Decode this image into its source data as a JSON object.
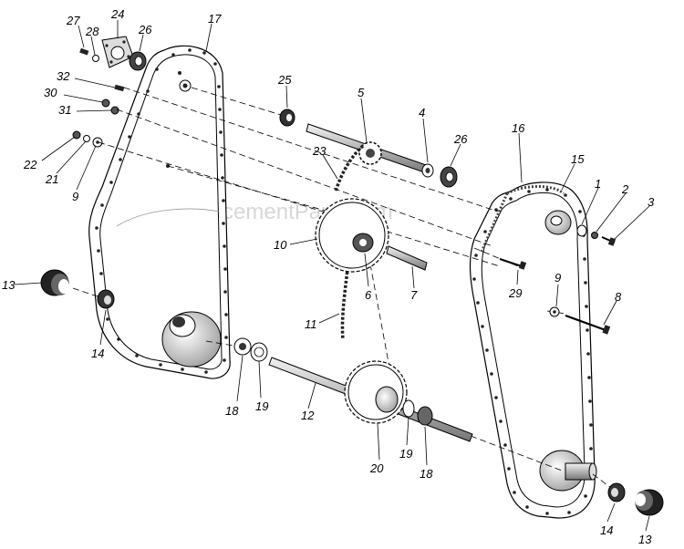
{
  "watermark": "eReplacementParts.com",
  "callouts": {
    "c27": "27",
    "c24": "24",
    "c28": "28",
    "c26a": "26",
    "c17": "17",
    "c32": "32",
    "c30": "30",
    "c31": "31",
    "c22": "22",
    "c21": "21",
    "c9a": "9",
    "c25": "25",
    "c5": "5",
    "c4": "4",
    "c26b": "26",
    "c23": "23",
    "c16": "16",
    "c15": "15",
    "c1": "1",
    "c2": "2",
    "c3": "3",
    "c10": "10",
    "c6": "6",
    "c7": "7",
    "c29": "29",
    "c9b": "9",
    "c8": "8",
    "c13a": "13",
    "c14a": "14",
    "c11": "11",
    "c18a": "18",
    "c19a": "19",
    "c12": "12",
    "c20": "20",
    "c19b": "19",
    "c18b": "18",
    "c14b": "14",
    "c13b": "13"
  }
}
